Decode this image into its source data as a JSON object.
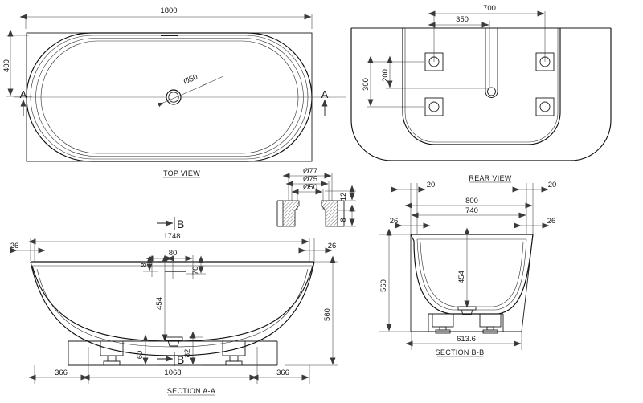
{
  "drawing": {
    "subject": "oval freestanding bathtub",
    "units": "mm",
    "views": [
      {
        "id": "top",
        "title": "TOP VIEW"
      },
      {
        "id": "rear",
        "title": "REAR VIEW"
      },
      {
        "id": "section-aa",
        "title": "SECTION A-A"
      },
      {
        "id": "section-bb",
        "title": "SECTION B-B"
      },
      {
        "id": "drain-detail",
        "title": ""
      }
    ]
  },
  "top_view": {
    "title": "TOP VIEW",
    "dim_overall_length": "1800",
    "dim_overall_width": "400",
    "drain_label": "Ø50",
    "section_mark_left": "A",
    "section_mark_right": "A"
  },
  "rear_view": {
    "title": "REAR VIEW",
    "dim_outer_span": "700",
    "dim_inner_span": "350",
    "dim_height_outer": "300",
    "dim_height_inner": "200"
  },
  "drain_detail": {
    "dim_flange_outer": "Ø77",
    "dim_flange_mid": "Ø75",
    "dim_bore": "Ø50",
    "dim_thickness_upper": "12",
    "dim_thickness_lower": "8"
  },
  "section_aa": {
    "title": "SECTION A-A",
    "mark_b_top": "B",
    "mark_b_bottom": "B",
    "dim_rim_inner_length": "1748",
    "dim_wall_left": "26",
    "dim_wall_right": "26",
    "dim_overflow_width": "80",
    "dim_overflow_thickness": "8",
    "dim_overflow_height": "76",
    "dim_water_depth": "454",
    "dim_total_height": "560",
    "dim_foot_height_left": "60",
    "dim_foot_height_right": "82",
    "dim_base_left": "366",
    "dim_base_center": "1068",
    "dim_base_right": "366"
  },
  "section_bb": {
    "title": "SECTION B-B",
    "dim_left_offset": "20",
    "dim_right_offset": "20",
    "dim_outer_width": "800",
    "dim_inner_width": "740",
    "dim_wall_left": "26",
    "dim_wall_right": "26",
    "dim_total_height": "560",
    "dim_water_depth": "454",
    "dim_foot_span": "613.6"
  },
  "colors": {
    "line": "#1a1a1a",
    "dimension": "#3a3a3a",
    "background": "#ffffff",
    "hatch": "#9a9a9a"
  }
}
